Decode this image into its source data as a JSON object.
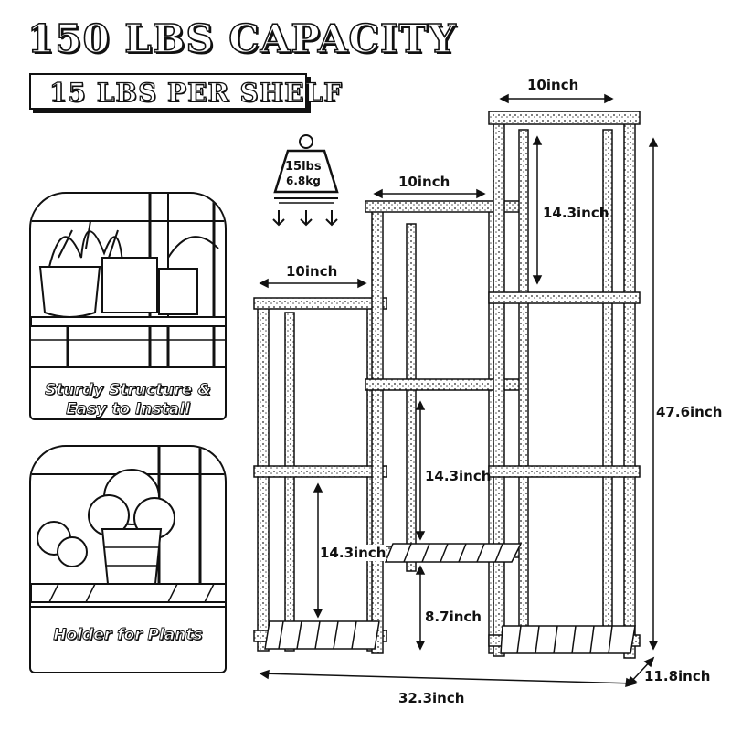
{
  "header": {
    "title": "150 LBS CAPACITY",
    "subtitle": "15 LBS PER SHELF"
  },
  "panels": [
    {
      "caption_line1": "Sturdy Structure &",
      "caption_line2": "Easy to Install"
    },
    {
      "caption": "Holder for Plants"
    }
  ],
  "weight_badge": {
    "line1": "15lbs",
    "line2": "6.8kg"
  },
  "dimensions": {
    "top_width_right": "10inch",
    "top_width_middle": "10inch",
    "top_width_left": "10inch",
    "right_tier_height": "14.3inch",
    "middle_tier_height": "14.3inch",
    "left_tier_height": "14.3inch",
    "bottom_clearance": "8.7inch",
    "total_height": "47.6inch",
    "total_width": "32.3inch",
    "depth": "11.8inch"
  },
  "colors": {
    "ink": "#111111",
    "background": "#ffffff",
    "frame_texture": "#555555"
  }
}
